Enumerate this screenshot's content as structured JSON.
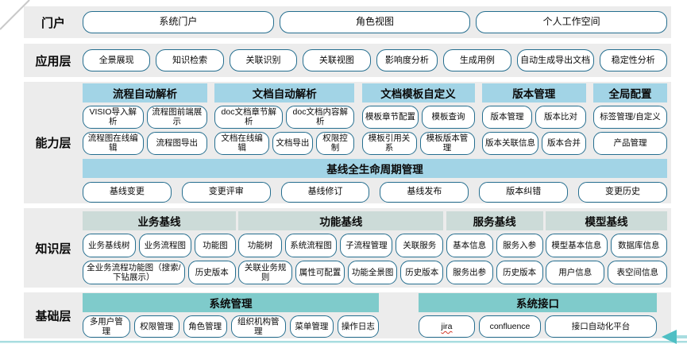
{
  "colors": {
    "band_bg": "#ececec",
    "accent_blue": "#a2d4e6",
    "knowledge_hdr": "#ccdbd8",
    "foundation_hdr": "#7fcbcb",
    "pill_border": "#256e8f",
    "teal_line": "#a8dde0",
    "arrow_teal": "#4fbfc4"
  },
  "portal": {
    "label": "门户",
    "buttons": [
      "系统门户",
      "角色视图",
      "个人工作空间"
    ]
  },
  "application": {
    "label": "应用层",
    "buttons": [
      "全景展现",
      "知识检索",
      "关联识别",
      "关联视图",
      "影响度分析",
      "生成用例",
      "自动生成导出文档",
      "稳定性分析"
    ]
  },
  "capability": {
    "label": "能力层",
    "groups": [
      {
        "title": "流程自动解析",
        "row1": [
          "VISIO导入解析",
          "流程图前端展示"
        ],
        "row2": [
          "流程图在线编辑",
          "流程图导出"
        ]
      },
      {
        "title": "文档自动解析",
        "row1": [
          "doc文档章节解析",
          "doc文档内容解析"
        ],
        "row2": [
          "文档在线编辑",
          "文档导出",
          "权限控制"
        ]
      },
      {
        "title": "文档模板自定义",
        "row1": [
          "模板章节配置",
          "模板查询"
        ],
        "row2": [
          "模板引用关系",
          "模板版本管理"
        ]
      },
      {
        "title": "版本管理",
        "row1": [
          "版本管理",
          "版本比对"
        ],
        "row2": [
          "版本关联信息",
          "版本合并"
        ]
      },
      {
        "title": "全局配置",
        "row1": [
          "标签管理/自定义"
        ],
        "row2": [
          "产品管理"
        ]
      }
    ],
    "lifecycle": {
      "title": "基线全生命周期管理",
      "buttons": [
        "基线变更",
        "变更评审",
        "基线修订",
        "基线发布",
        "版本纠错",
        "变更历史"
      ]
    }
  },
  "knowledge": {
    "label": "知识层",
    "groups": [
      {
        "title": "业务基线",
        "row1": [
          "业务基线树",
          "业务流程图",
          "功能图"
        ],
        "row2": [
          "全业务流程功能图（搜索/下钻展示）",
          "历史版本"
        ]
      },
      {
        "title": "功能基线",
        "row1": [
          "功能树",
          "系统流程图",
          "子流程管理",
          "关联服务"
        ],
        "row2": [
          "关联业务规则",
          "属性可配置",
          "功能全景图",
          "历史版本"
        ]
      },
      {
        "title": "服务基线",
        "row1": [
          "基本信息",
          "服务入参"
        ],
        "row2": [
          "服务出参",
          "历史版本"
        ]
      },
      {
        "title": "模型基线",
        "row1": [
          "模型基本信息",
          "数据库信息"
        ],
        "row2": [
          "用户信息",
          "表空间信息"
        ]
      }
    ]
  },
  "foundation": {
    "label": "基础层",
    "groups": [
      {
        "title": "系统管理",
        "buttons": [
          "多用户管理",
          "权限管理",
          "角色管理",
          "组织机构管理",
          "菜单管理",
          "操作日志"
        ]
      },
      {
        "title": "系统接口",
        "buttons": [
          "jira",
          "confluence",
          "接口自动化平台"
        ]
      }
    ]
  }
}
